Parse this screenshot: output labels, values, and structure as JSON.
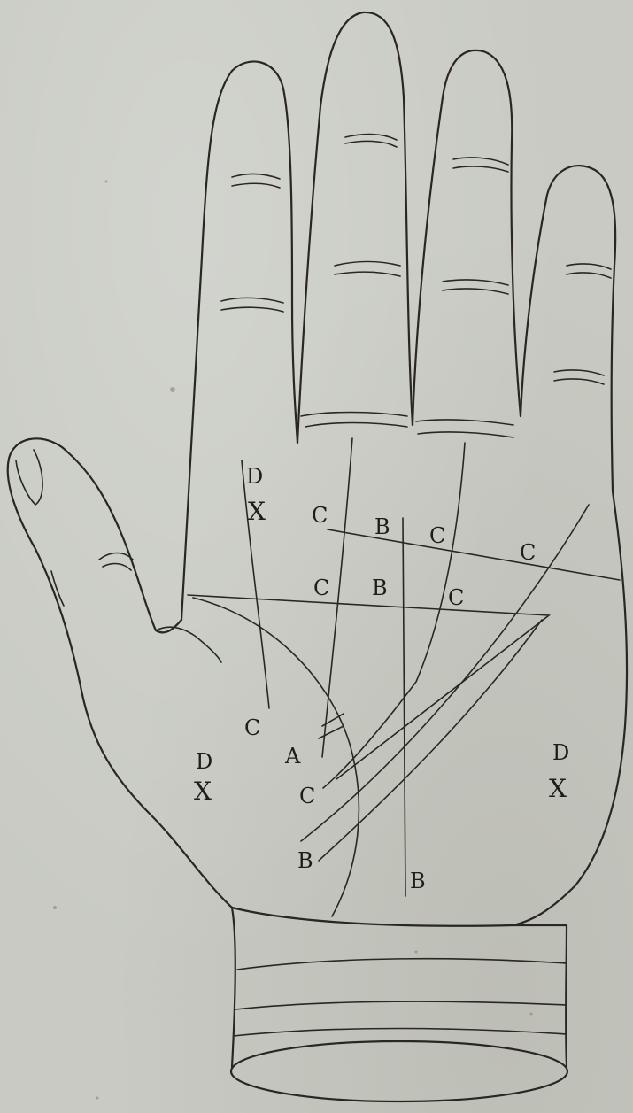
{
  "colors": {
    "paper": "#c8cac3",
    "ink": "#2a2723"
  },
  "labels": {
    "d_upper": "D",
    "x_upper": "X",
    "c_row1_a": "C",
    "b_row1": "B",
    "c_row1_b": "C",
    "c_row1_c": "C",
    "c_row2_a": "C",
    "b_row2": "B",
    "c_row2_b": "C",
    "c_lower_left": "C",
    "a_center": "A",
    "c_center": "C",
    "b_lower": "B",
    "b_bottom": "B",
    "d_left": "D",
    "x_left": "X",
    "d_right": "D",
    "x_right": "X"
  }
}
